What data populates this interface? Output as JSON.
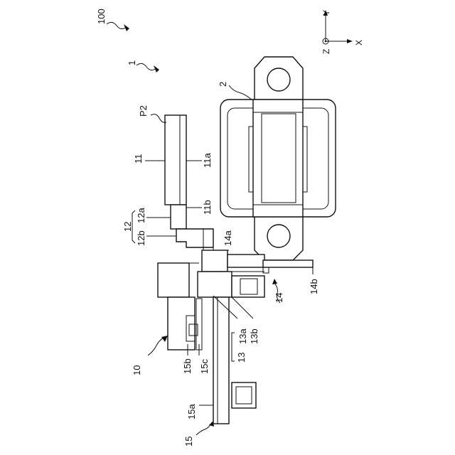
{
  "axes": {
    "y": "Y",
    "x": "X",
    "z": "Z"
  },
  "labels": {
    "l100": "100",
    "l1": "1",
    "l2": "2",
    "lP2": "P2",
    "l11": "11",
    "l11a": "11a",
    "l11b": "11b",
    "l12": "12",
    "l12a": "12a",
    "l12b": "12b",
    "l14a": "14a",
    "l14": "14",
    "l14b": "14b",
    "l13": "13",
    "l13a": "13a",
    "l13b": "13b",
    "l10": "10",
    "l15b": "15b",
    "l15c": "15c",
    "l15a": "15a",
    "l15": "15"
  }
}
